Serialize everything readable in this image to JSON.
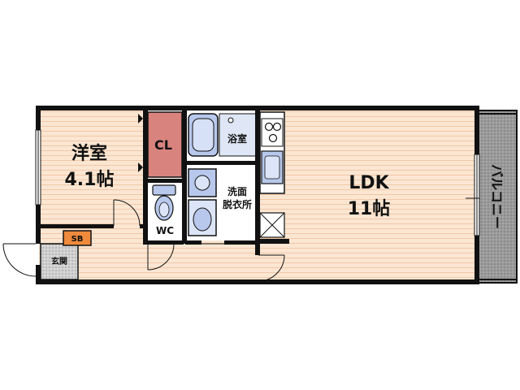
{
  "rooms": {
    "western_room": {
      "name": "洋室",
      "size": "4.1帖"
    },
    "closet": {
      "label": "CL"
    },
    "bathroom": {
      "label": "浴室"
    },
    "toilet": {
      "label": "WC"
    },
    "washroom": {
      "line1": "洗面",
      "line2": "脱衣所"
    },
    "ldk": {
      "name": "LDK",
      "size": "11帖"
    },
    "shoe_box": {
      "label": "SB"
    },
    "entrance": {
      "label": "玄関"
    },
    "balcony": {
      "label": "バルコニー"
    }
  },
  "colors": {
    "floor": "#fbe6d2",
    "floor_line": "#f0c8a8",
    "closet": "#d9837f",
    "bath_fixture": "#b8c8ec",
    "shoe_box": "#f08a3c",
    "wall": "#111111",
    "balcony": "#9a9a9a",
    "entrance": "#c8c8c8"
  }
}
